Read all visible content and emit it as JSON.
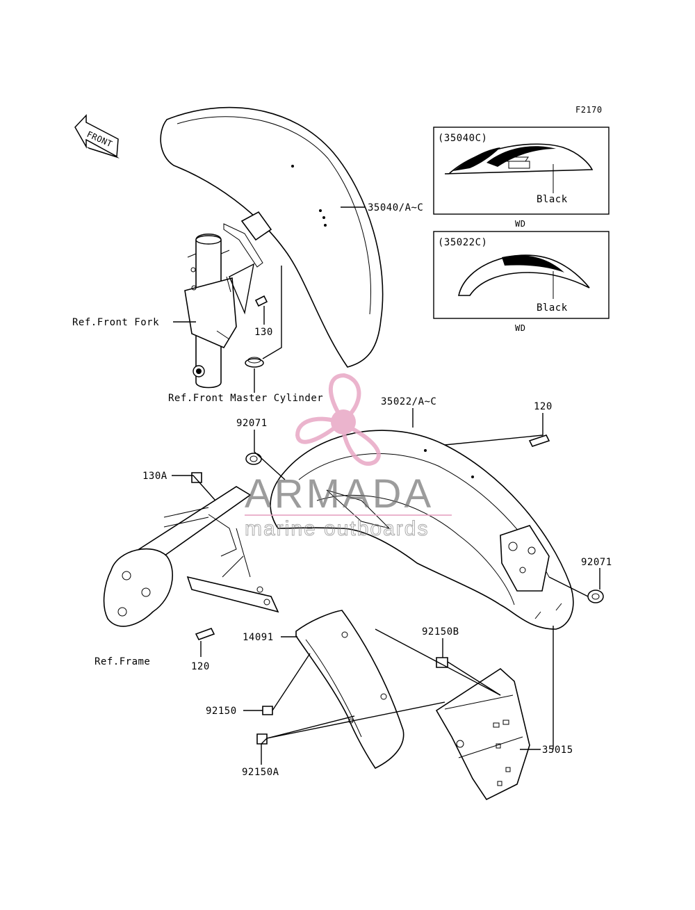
{
  "diagram_code": "F2170",
  "front_arrow_label": "FRONT",
  "callouts": [
    {
      "id": "35040",
      "text": "35040/A~C"
    },
    {
      "id": "35022",
      "text": "35022/A~C"
    },
    {
      "id": "130",
      "text": "130"
    },
    {
      "id": "130A",
      "text": "130A"
    },
    {
      "id": "120a",
      "text": "120"
    },
    {
      "id": "120b",
      "text": "120"
    },
    {
      "id": "92071a",
      "text": "92071"
    },
    {
      "id": "92071b",
      "text": "92071"
    },
    {
      "id": "14091",
      "text": "14091"
    },
    {
      "id": "92150B",
      "text": "92150B"
    },
    {
      "id": "92150",
      "text": "92150"
    },
    {
      "id": "92150A",
      "text": "92150A"
    },
    {
      "id": "35015",
      "text": "35015"
    }
  ],
  "references": [
    {
      "id": "fork",
      "text": "Ref.Front Fork"
    },
    {
      "id": "cyl",
      "text": "Ref.Front Master Cylinder"
    },
    {
      "id": "frame",
      "text": "Ref.Frame"
    }
  ],
  "insets": [
    {
      "id": "inset1",
      "part": "(35040C)",
      "color_label": "Black",
      "note": "WD"
    },
    {
      "id": "inset2",
      "part": "(35022C)",
      "color_label": "Black",
      "note": "WD"
    }
  ],
  "watermark": {
    "brand": "ARMADA",
    "tagline": "marine outboards",
    "logo_color": "#e8a7c5",
    "text_color": "#6e6e6e"
  }
}
